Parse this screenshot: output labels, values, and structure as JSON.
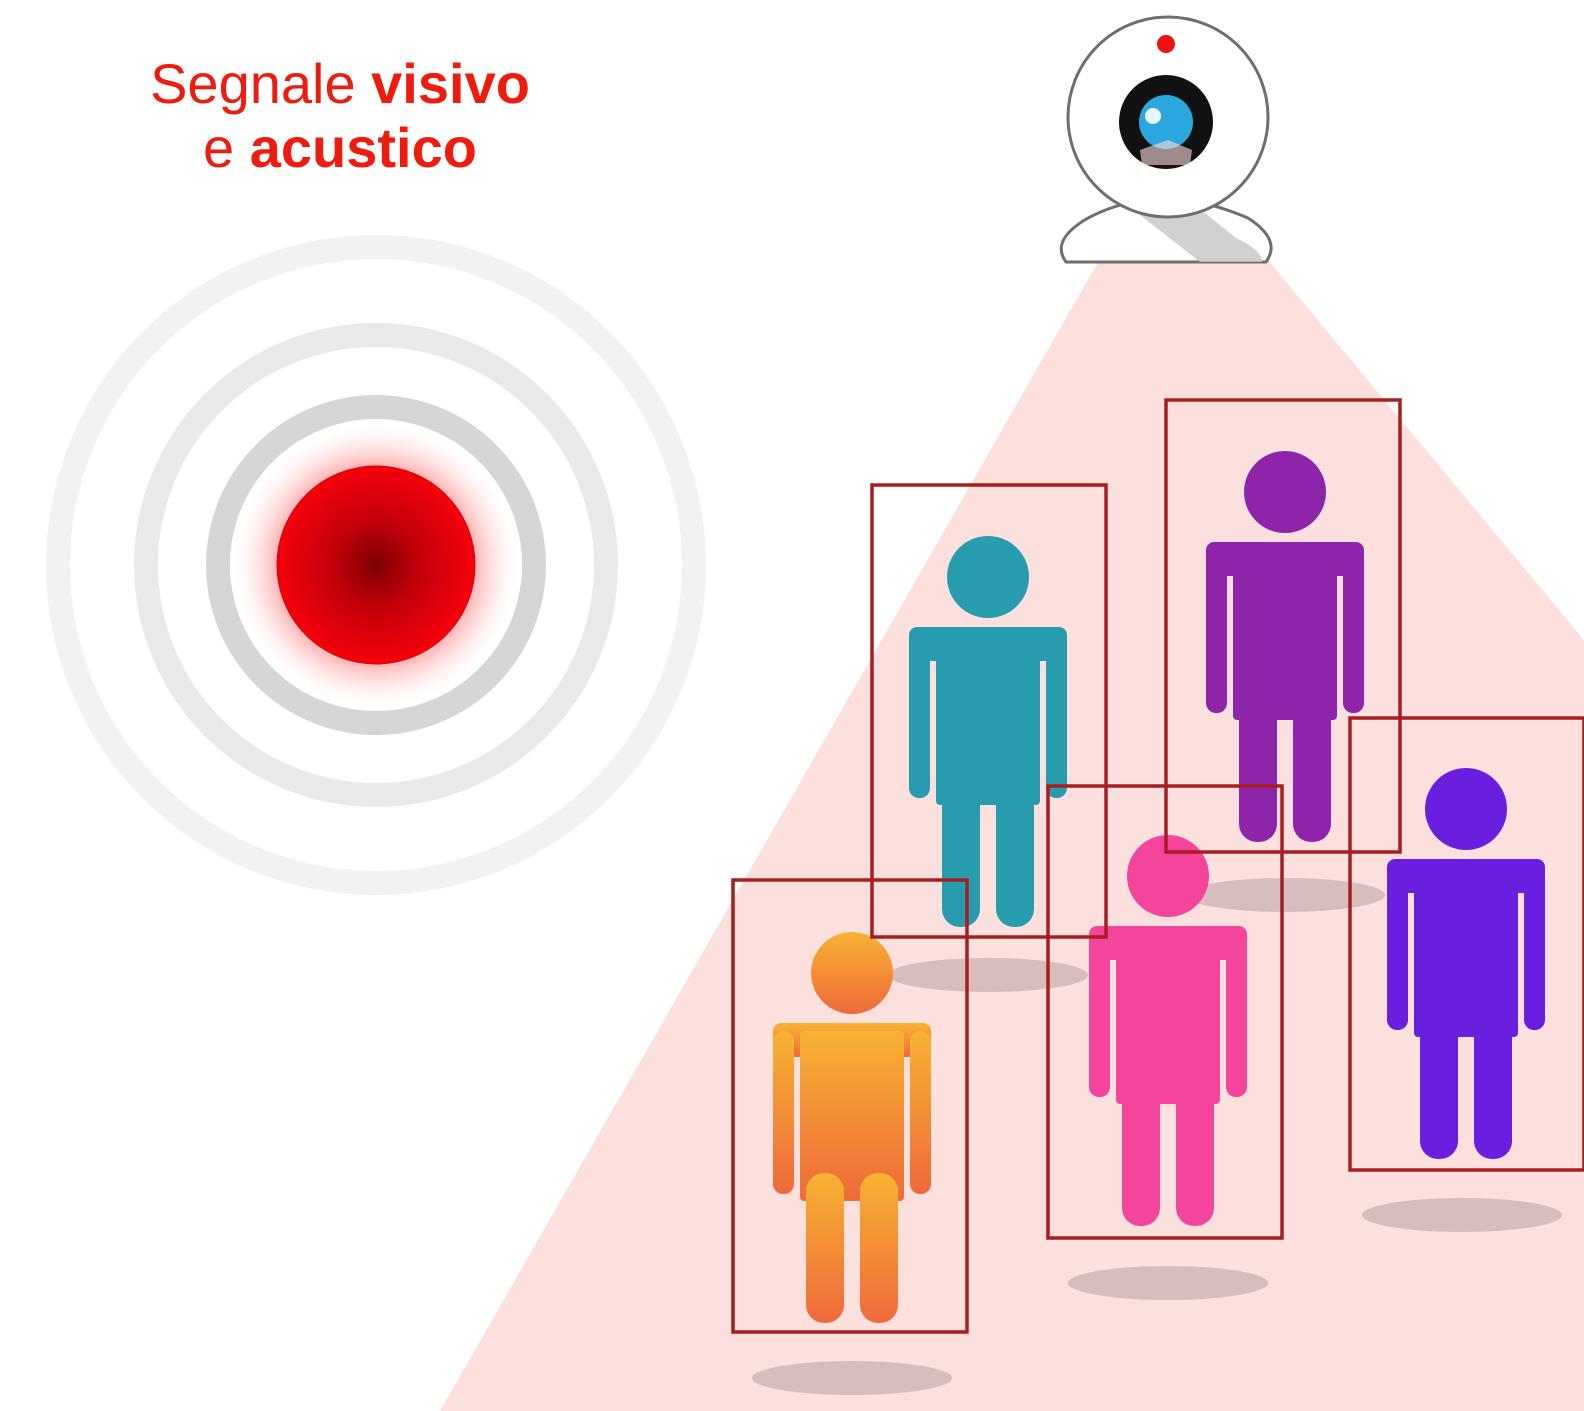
{
  "caption": {
    "line1_plain": "Segnale ",
    "line1_bold": "visivo",
    "line2_plain": "e ",
    "line2_bold": "acustico"
  },
  "colors": {
    "caption_text": "#ee1c0f",
    "view_cone": "#fbe0de",
    "detection_box": "#a61e1e",
    "alarm_core": "#e8000b",
    "alarm_ring": "#d6d6d6",
    "camera_lens": "#2aa7de",
    "person_teal": "#269cae",
    "person_purple": "#8e24aa",
    "person_violet": "#6a1ee0",
    "person_pink": "#f4449c",
    "person_orange": "#f4a03a"
  },
  "icons": {
    "alarm": "alarm-signal-icon",
    "camera": "webcam-icon",
    "person": "person-icon"
  },
  "figures": [
    {
      "name": "person-teal",
      "color": "#269cae"
    },
    {
      "name": "person-purple",
      "color": "#8e24aa"
    },
    {
      "name": "person-violet",
      "color": "#6a1ee0"
    },
    {
      "name": "person-pink",
      "color": "#f4449c"
    },
    {
      "name": "person-orange",
      "color": "#f6a640"
    }
  ]
}
